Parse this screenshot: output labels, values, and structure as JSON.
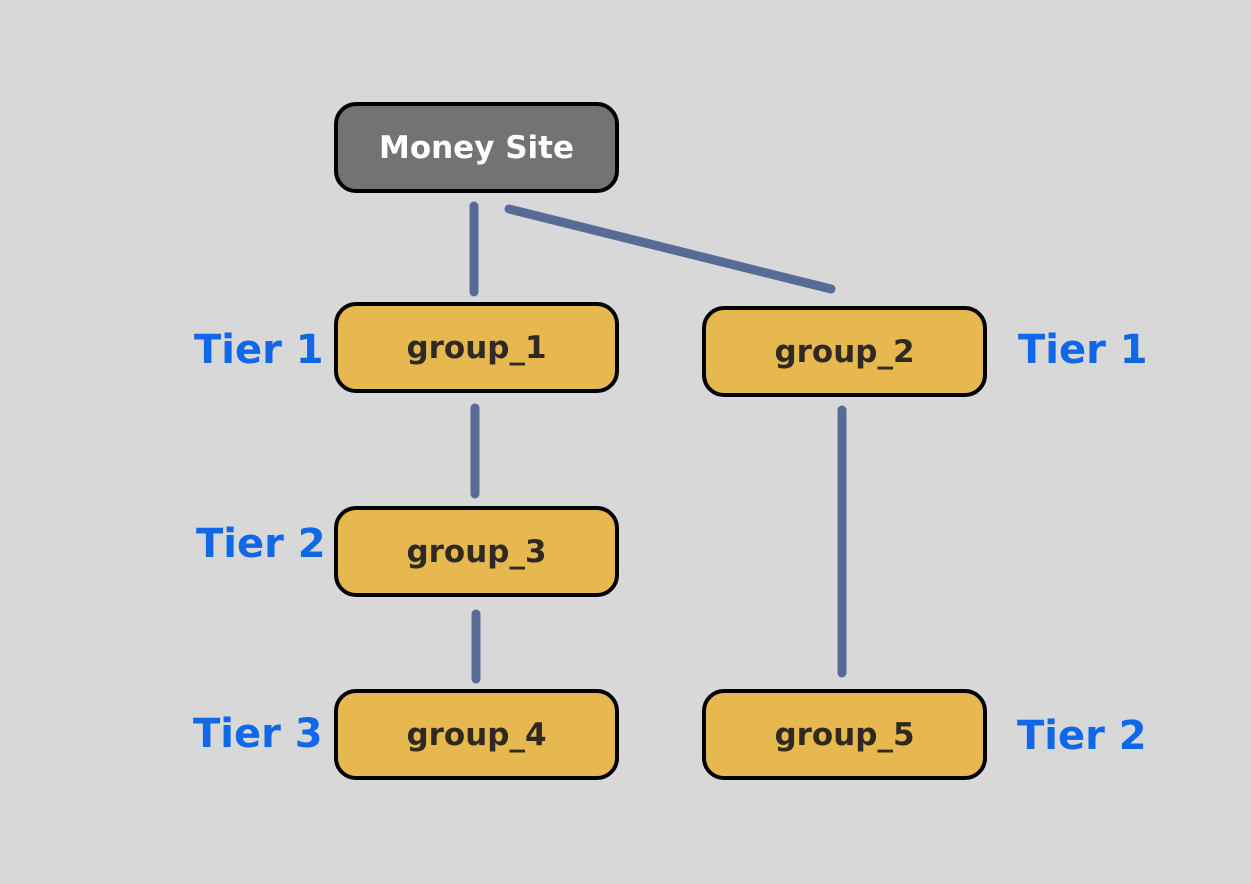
{
  "colors": {
    "background": "#d8d8d8",
    "root_fill": "#737373",
    "group_fill": "#e6b84f",
    "connector": "#566b96",
    "tier_label": "#1068e8"
  },
  "nodes": {
    "root": "Money Site",
    "group_1": "group_1",
    "group_2": "group_2",
    "group_3": "group_3",
    "group_4": "group_4",
    "group_5": "group_5"
  },
  "tiers": {
    "group_1": "Tier 1",
    "group_2": "Tier 1",
    "group_3": "Tier 2",
    "group_4": "Tier 3",
    "group_5": "Tier 2"
  },
  "edges": [
    {
      "from": "root",
      "to": "group_1"
    },
    {
      "from": "root",
      "to": "group_2"
    },
    {
      "from": "group_1",
      "to": "group_3"
    },
    {
      "from": "group_3",
      "to": "group_4"
    },
    {
      "from": "group_2",
      "to": "group_5"
    }
  ]
}
